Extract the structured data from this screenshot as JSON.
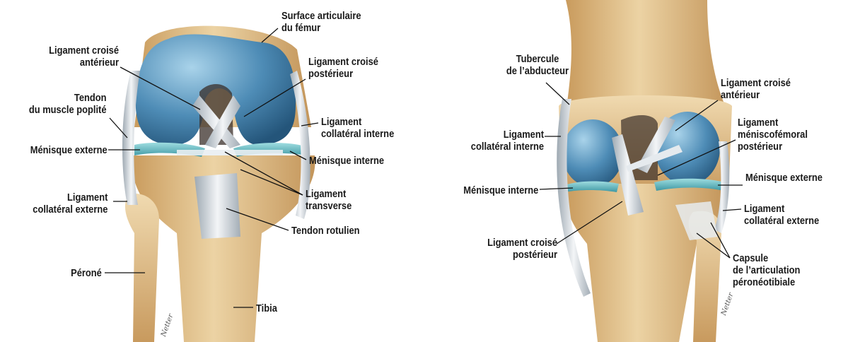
{
  "colors": {
    "bone": "#e2c08c",
    "bone_shade": "#c79a5c",
    "cartilage": "#4f8db5",
    "cartilage_light": "#8fbfda",
    "meniscus": "#62b8c0",
    "ligament": "#dde3e8",
    "ligament_shade": "#aab4bc",
    "leader": "#111111"
  },
  "left_view": {
    "labels": {
      "surface_articulaire": [
        "Surface articulaire",
        "du fémur"
      ],
      "lca": [
        "Ligament croisé",
        "antérieur"
      ],
      "lcp": [
        "Ligament croisé",
        "postérieur"
      ],
      "tendon_poplite": [
        "Tendon",
        "du muscle poplité"
      ],
      "lci": [
        "Ligament",
        "collatéral interne"
      ],
      "menisque_externe": "Ménisque externe",
      "menisque_interne": "Ménisque interne",
      "ligament_transverse": [
        "Ligament",
        "transverse"
      ],
      "lce": [
        "Ligament",
        "collatéral externe"
      ],
      "tendon_rotulien": "Tendon rotulien",
      "perone": "Péroné",
      "tibia": "Tibia"
    }
  },
  "right_view": {
    "labels": {
      "tubercule": [
        "Tubercule",
        "de l’abducteur"
      ],
      "lca": [
        "Ligament croisé",
        "antérieur"
      ],
      "lci": [
        "Ligament",
        "collatéral interne"
      ],
      "menisco_femoral": [
        "Ligament",
        "méniscofémoral",
        "postérieur"
      ],
      "menisque_interne": "Ménisque interne",
      "menisque_externe": "Ménisque externe",
      "lce": [
        "Ligament",
        "collatéral externe"
      ],
      "lcp": [
        "Ligament croisé",
        "postérieur"
      ],
      "capsule": [
        "Capsule",
        "de l’articulation",
        "péronéotibiale"
      ]
    }
  },
  "signature": "Netter"
}
